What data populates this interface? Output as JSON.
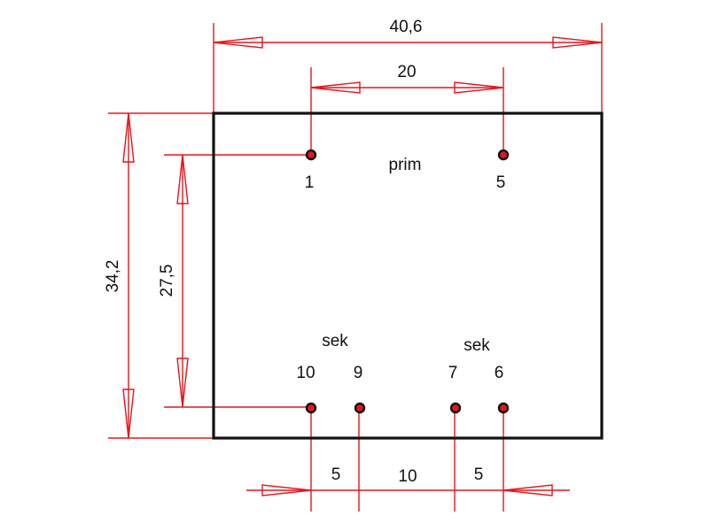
{
  "colors": {
    "dimension": "#e8141b",
    "outline": "#111111",
    "pin_fill": "#e8141b"
  },
  "dimensions": {
    "overall_width": "40,6",
    "primary_pin_spacing": "20",
    "overall_height": "34,2",
    "pin_row_spacing": "27,5",
    "secondary_left_spacing": "5",
    "secondary_center_spacing": "10",
    "secondary_right_spacing": "5"
  },
  "labels": {
    "primary": "prim",
    "secondary_left": "sek",
    "secondary_right": "sek"
  },
  "pins": {
    "p1": "1",
    "p5": "5",
    "p10": "10",
    "p9": "9",
    "p7": "7",
    "p6": "6"
  }
}
